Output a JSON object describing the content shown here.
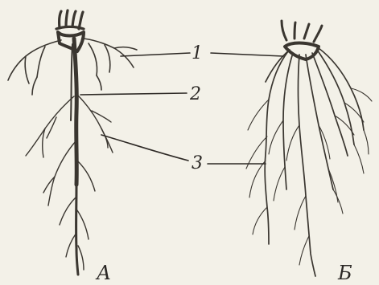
{
  "callouts": {
    "one": "1",
    "two": "2",
    "three": "3"
  },
  "panels": {
    "left_label": "А",
    "right_label": "Б"
  }
}
